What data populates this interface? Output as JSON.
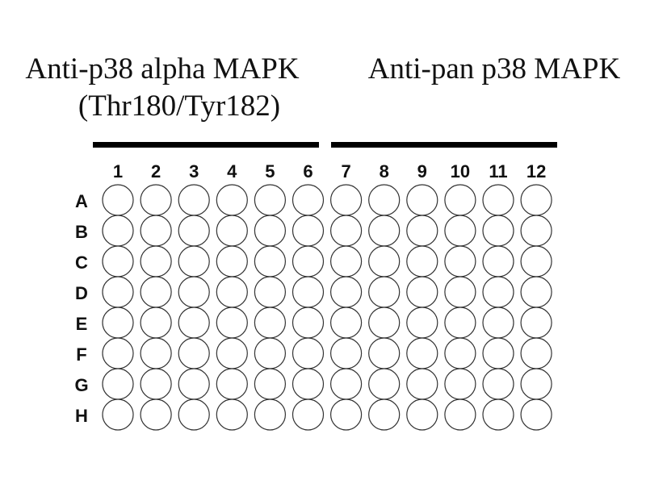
{
  "titles": {
    "left_line1": "Anti-p38 alpha MAPK",
    "left_line2": "(Thr180/Tyr182)",
    "right": "Anti-pan p38 MAPK"
  },
  "columns": [
    "1",
    "2",
    "3",
    "4",
    "5",
    "6",
    "7",
    "8",
    "9",
    "10",
    "11",
    "12"
  ],
  "rows": [
    "A",
    "B",
    "C",
    "D",
    "E",
    "F",
    "G",
    "H"
  ],
  "groups": [
    {
      "label": "Anti-p38 alpha MAPK (Thr180/Tyr182)",
      "columns": [
        "1",
        "2",
        "3",
        "4",
        "5",
        "6"
      ]
    },
    {
      "label": "Anti-pan p38 MAPK",
      "columns": [
        "7",
        "8",
        "9",
        "10",
        "11",
        "12"
      ]
    }
  ]
}
